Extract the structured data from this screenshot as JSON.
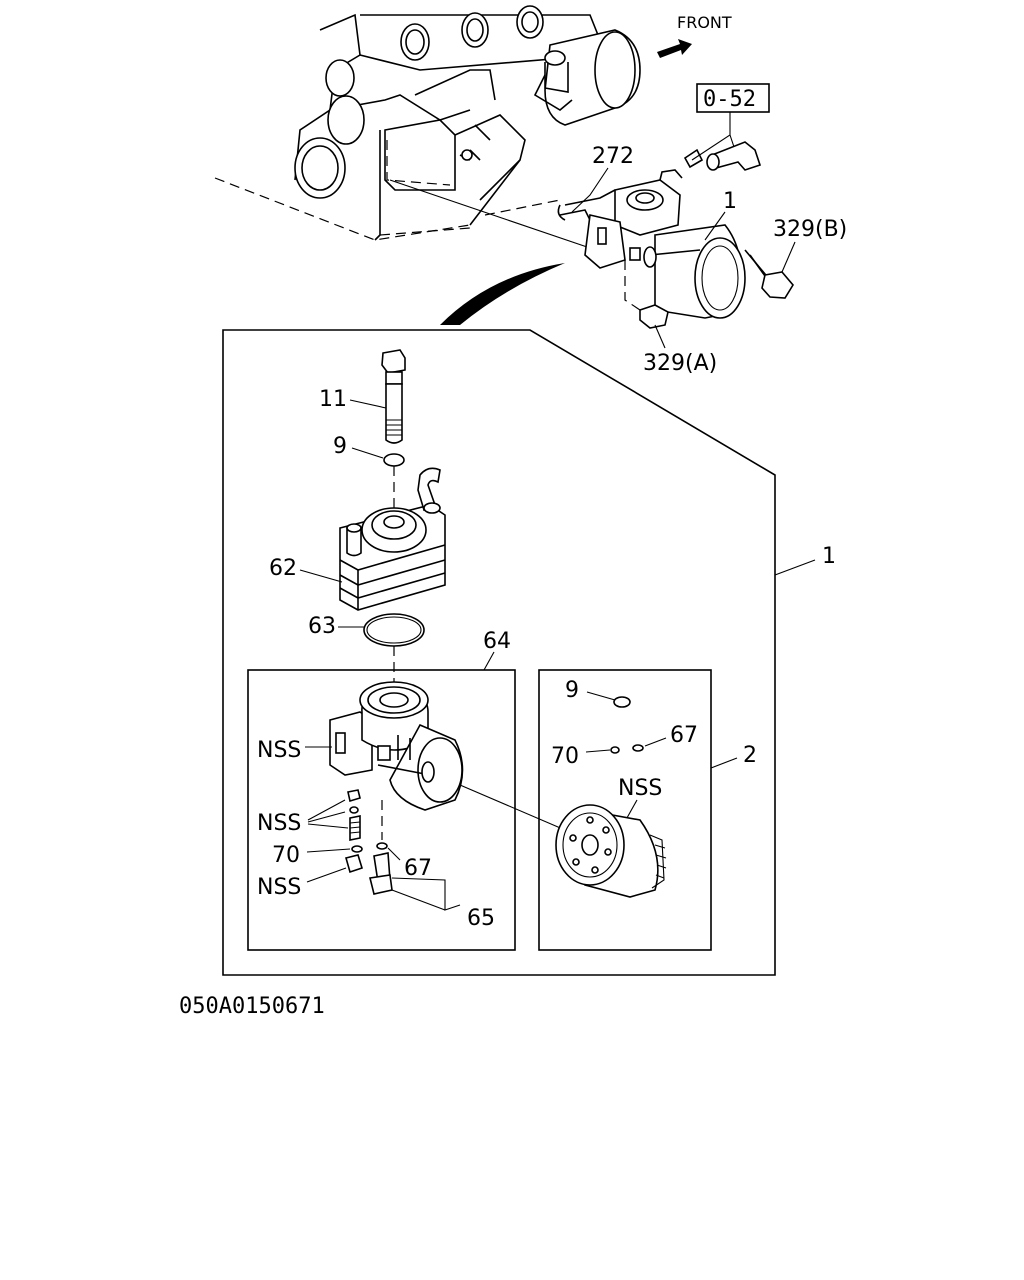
{
  "diagram": {
    "front_label": "FRONT",
    "ref_box": "0-52",
    "callouts": {
      "c272": "272",
      "c1_top": "1",
      "c329b": "329(B)",
      "c329a": "329(A)",
      "c11": "11",
      "c9_top": "9",
      "c62": "62",
      "c63": "63",
      "c64": "64",
      "c1_right": "1",
      "c2": "2",
      "c9_kit": "9",
      "c67_kit": "67",
      "c70_kit": "70",
      "nss_kit": "NSS",
      "nss_1": "NSS",
      "nss_2": "NSS",
      "c70": "70",
      "c67": "67",
      "nss_3": "NSS",
      "c65": "65"
    },
    "drawing_code": "050A0150671"
  }
}
